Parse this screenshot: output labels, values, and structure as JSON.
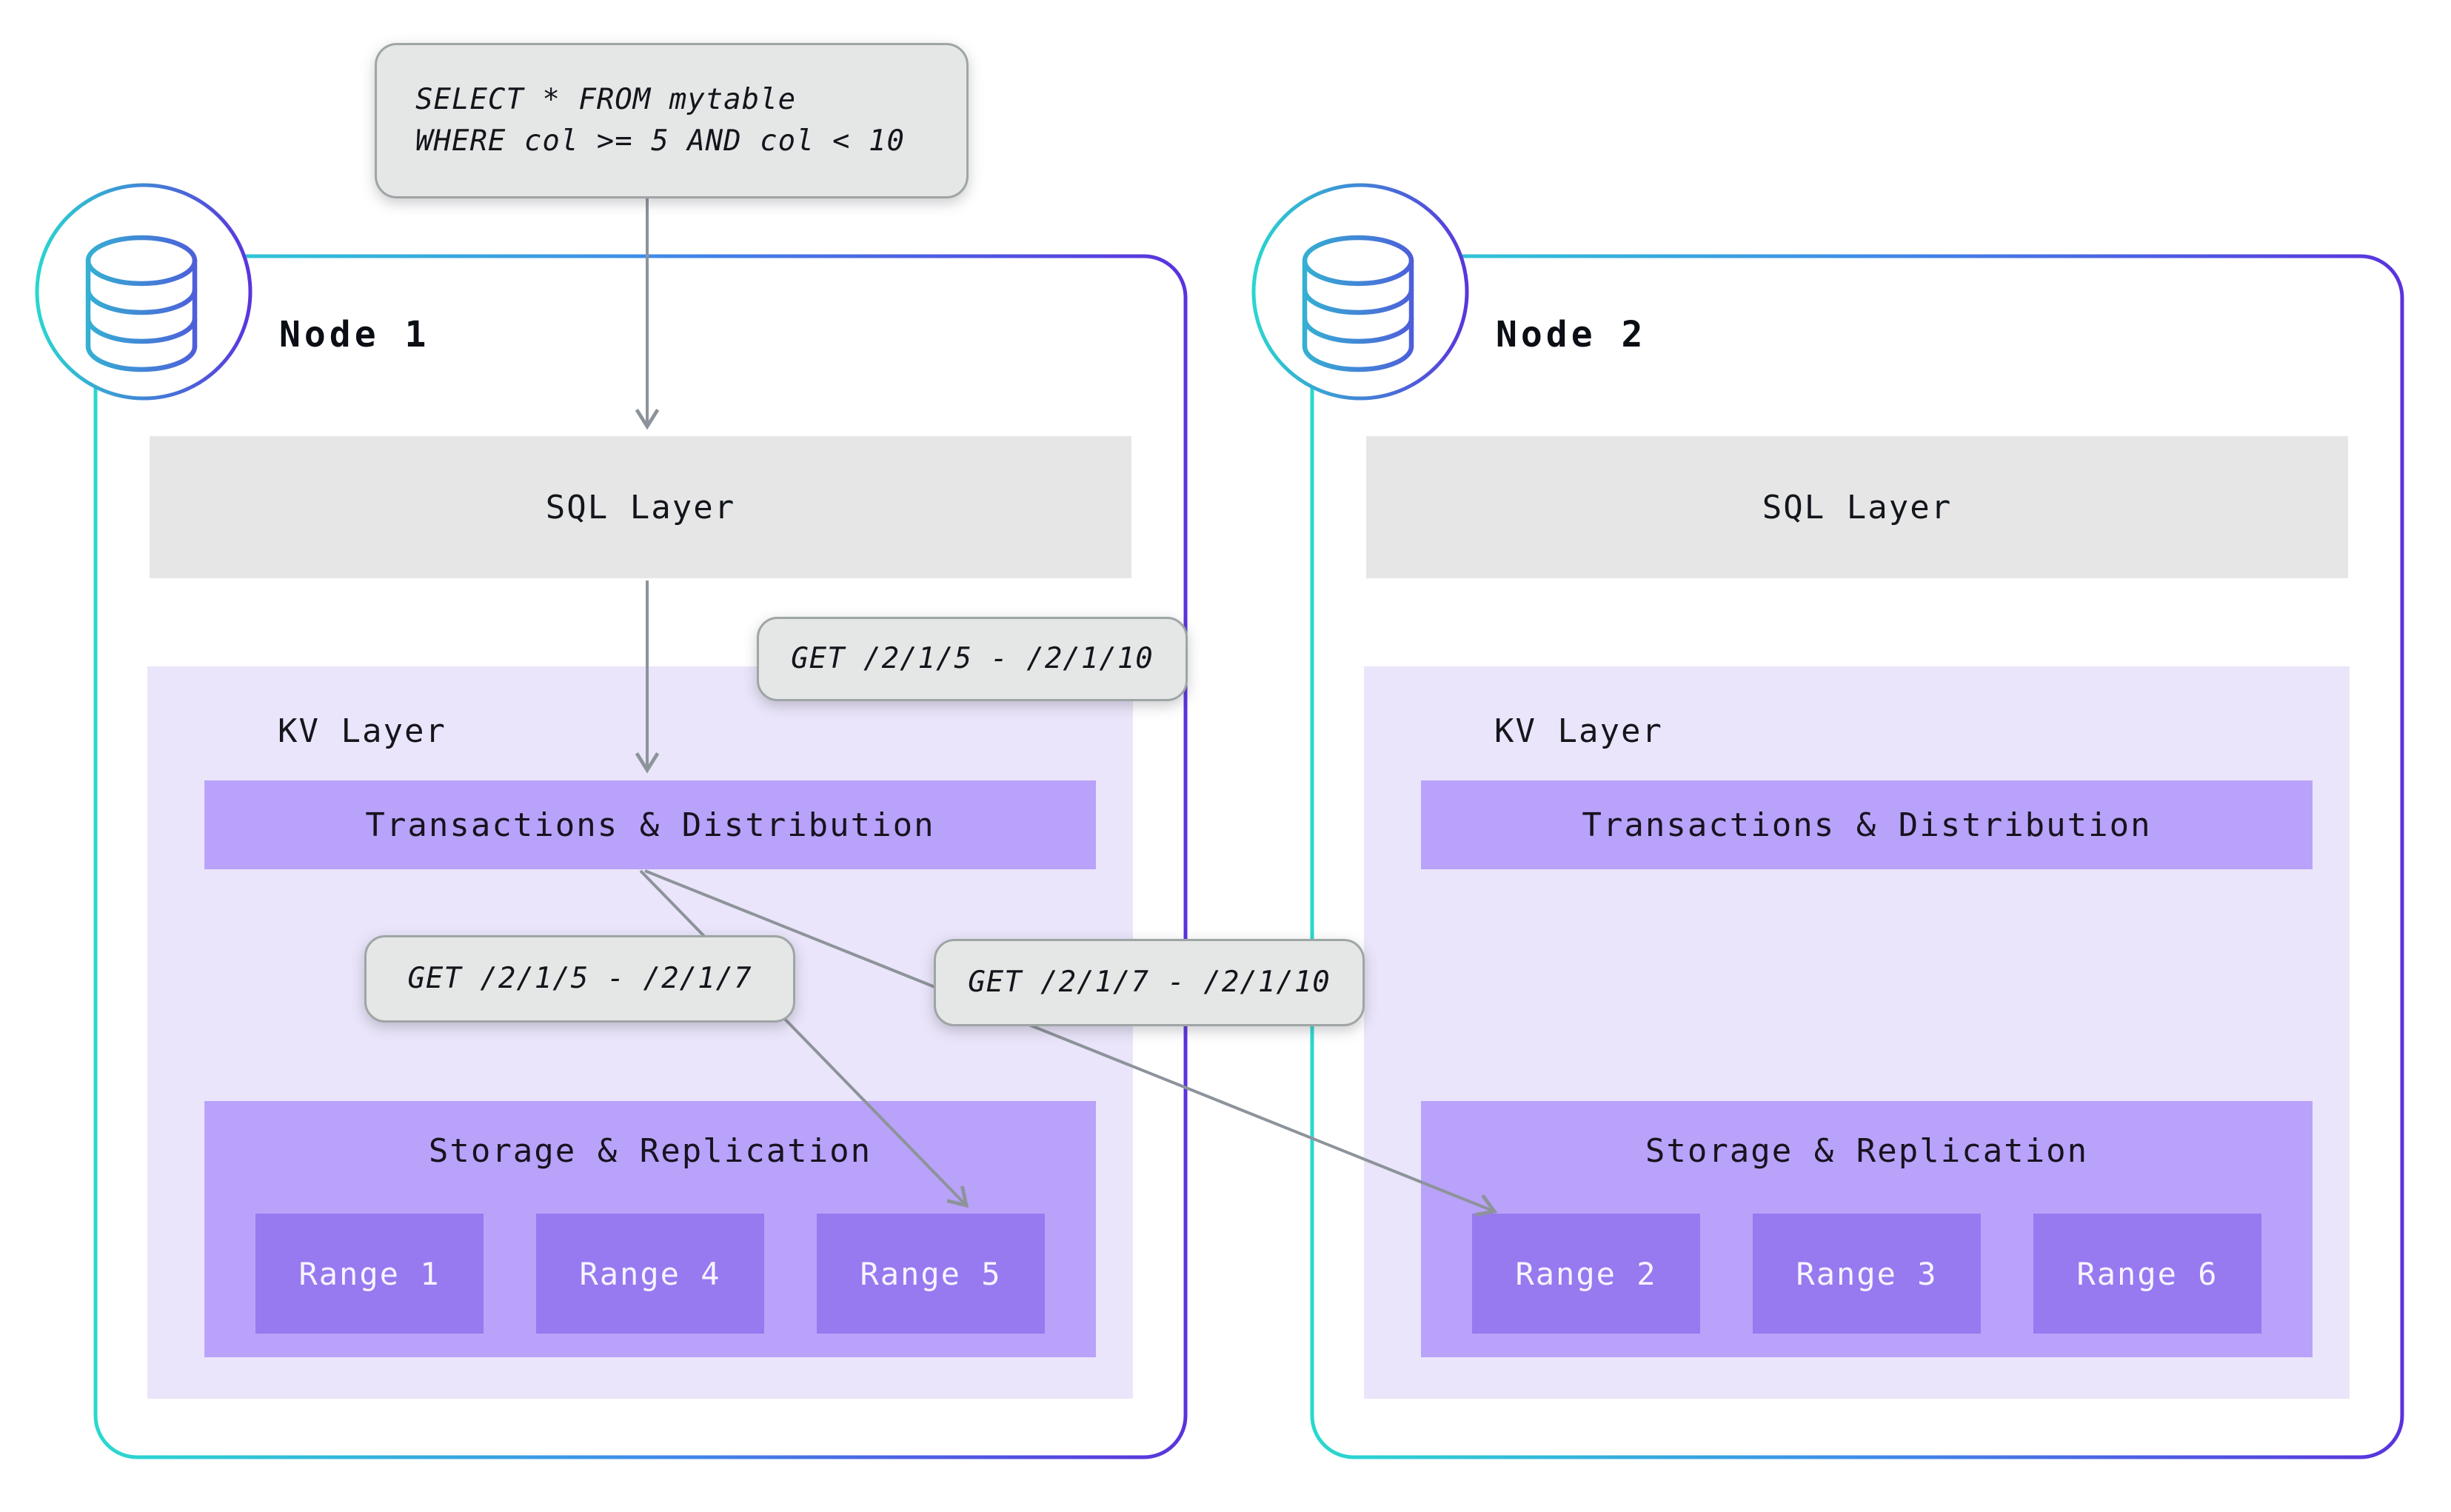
{
  "diagram": {
    "query": {
      "line1": "SELECT * FROM mytable",
      "line2": "WHERE col >= 5 AND col < 10"
    },
    "get_labels": {
      "full_span": "GET /2/1/5 - /2/1/10",
      "local_range": "GET /2/1/5 - /2/1/7",
      "remote_range": "GET /2/1/7 - /2/1/10"
    },
    "nodes": [
      {
        "title": "Node 1",
        "sql_layer": "SQL Layer",
        "kv_layer": "KV Layer",
        "transactions": "Transactions & Distribution",
        "storage": "Storage & Replication",
        "ranges": [
          "Range 1",
          "Range 4",
          "Range 5"
        ]
      },
      {
        "title": "Node 2",
        "sql_layer": "SQL Layer",
        "kv_layer": "KV Layer",
        "transactions": "Transactions & Distribution",
        "storage": "Storage & Replication",
        "ranges": [
          "Range 2",
          "Range 3",
          "Range 6"
        ]
      }
    ],
    "icons": {
      "node1_icon": "database-icon",
      "node2_icon": "database-icon"
    },
    "colors": {
      "node_border_start": "#29d8cf",
      "node_border_mid": "#3e8de8",
      "node_border_end": "#5a33dd",
      "sql_layer_bg": "#e5e6e5",
      "kv_layer_bg": "#eae5fa",
      "purple_band_bg": "#b9a2f9",
      "range_bg": "#9779f0",
      "callout_bg": "#e5e7e6",
      "callout_border": "#9ea5a5",
      "arrow": "#8d939a"
    }
  }
}
